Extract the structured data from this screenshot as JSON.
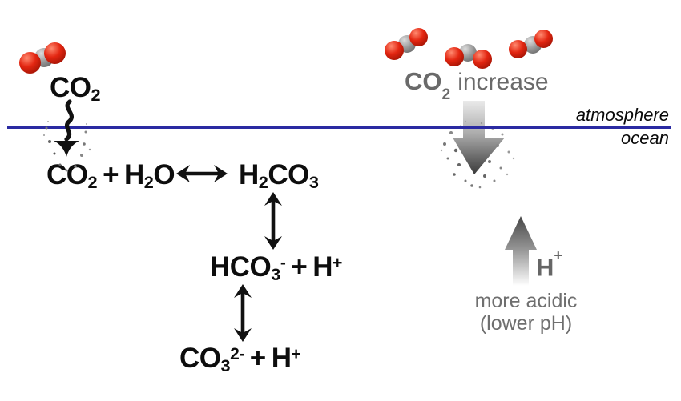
{
  "colors": {
    "background": "#ffffff",
    "boundary_line": "#2a2aa2",
    "equation_text": "#0d0d0d",
    "gray_text": "#6a6a6a",
    "molecule_oxygen_red": "#e32611",
    "molecule_carbon_gray": "#979797",
    "arrow_black": "#111111",
    "gradient_arrow_dark": "#3a3a3a",
    "gradient_arrow_light": "#e9e9e9"
  },
  "icons": {
    "co2_molecule": "space-filling CO2 model: red-gray-red spheres",
    "wavy_dissolve_arrow": "black wavy downward arrow with speckles",
    "equilibrium_arrow": "black double-headed arrow",
    "co2_flux_arrow": "gray gradient downward arrow with speckles",
    "h_plus_arrow": "gray gradient upward arrow"
  },
  "boundary": {
    "atmosphere": "atmosphere",
    "ocean": "ocean"
  },
  "left_co2": {
    "base": "CO",
    "sub": "2"
  },
  "co2_increase": {
    "base": "CO",
    "sub": "2",
    "rest": "increase"
  },
  "h_plus": {
    "base": "H",
    "sup": "+"
  },
  "acidity": {
    "line1": "more acidic",
    "line2": "(lower pH)"
  },
  "equations": {
    "dissolution": {
      "r1base": "CO",
      "r1sub": "2",
      "plus": "+",
      "r2base": "H",
      "r2sub": "2",
      "r2base2": "O",
      "pbase": "H",
      "psub": "2",
      "pbase2": "CO",
      "psub2": "3"
    },
    "bicarbonate": {
      "base": "HCO",
      "sub": "3",
      "sup": "-",
      "plus": "+",
      "hbase": "H",
      "hsup": "+"
    },
    "carbonate": {
      "base": "CO",
      "sub": "3",
      "sup": "2-",
      "plus": "+",
      "hbase": "H",
      "hsup": "+"
    }
  }
}
